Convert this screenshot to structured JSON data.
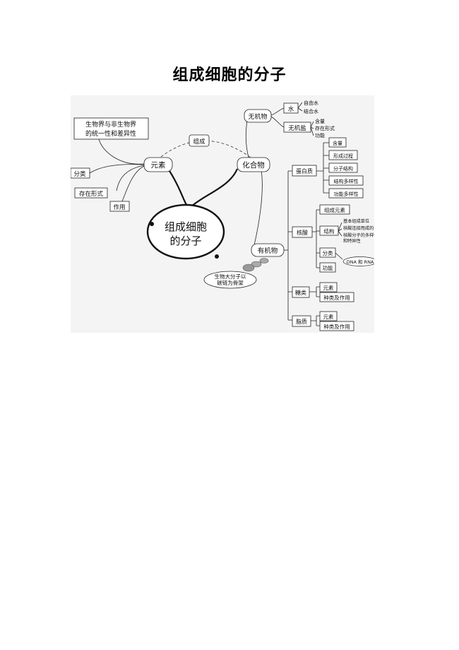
{
  "title": "组成细胞的分子",
  "diagram": {
    "center": {
      "line1": "组成细胞",
      "line2": "的分子"
    },
    "link_label": "组成",
    "elements": {
      "label": "元素",
      "note_line1": "生物界与非生物界",
      "note_line2": "的统一性和差异性",
      "classification": "分类",
      "existence": "存在形式",
      "function": "作用"
    },
    "compounds": {
      "label": "化合物",
      "inorganic": {
        "label": "无机物",
        "water": {
          "label": "水",
          "free": "自由水",
          "bound": "结合水"
        },
        "salt": {
          "label": "无机盐",
          "content": "含量",
          "form": "存在形式",
          "function": "功能"
        }
      },
      "organic": {
        "label": "有机物",
        "note_line1": "生物大分子以",
        "note_line2": "碳链为骨架",
        "protein": {
          "label": "蛋白质",
          "items": [
            "含量",
            "形成过程",
            "分子结构",
            "结构多样性",
            "功能多样性"
          ]
        },
        "nucleic": {
          "label": "核酸",
          "composition": "组成元素",
          "structure": "结构",
          "structure_items": [
            "基本组成单位",
            "核酸连接而成的长链",
            "核酸分子的多样性",
            "和特异性"
          ],
          "classification": "分类",
          "types": "DNA 和 RNA",
          "function": "功能"
        },
        "sugar": {
          "label": "糖类",
          "items": [
            "元素",
            "种类及作用"
          ]
        },
        "lipid": {
          "label": "脂质",
          "items": [
            "元素",
            "种类及作用"
          ]
        }
      }
    }
  }
}
